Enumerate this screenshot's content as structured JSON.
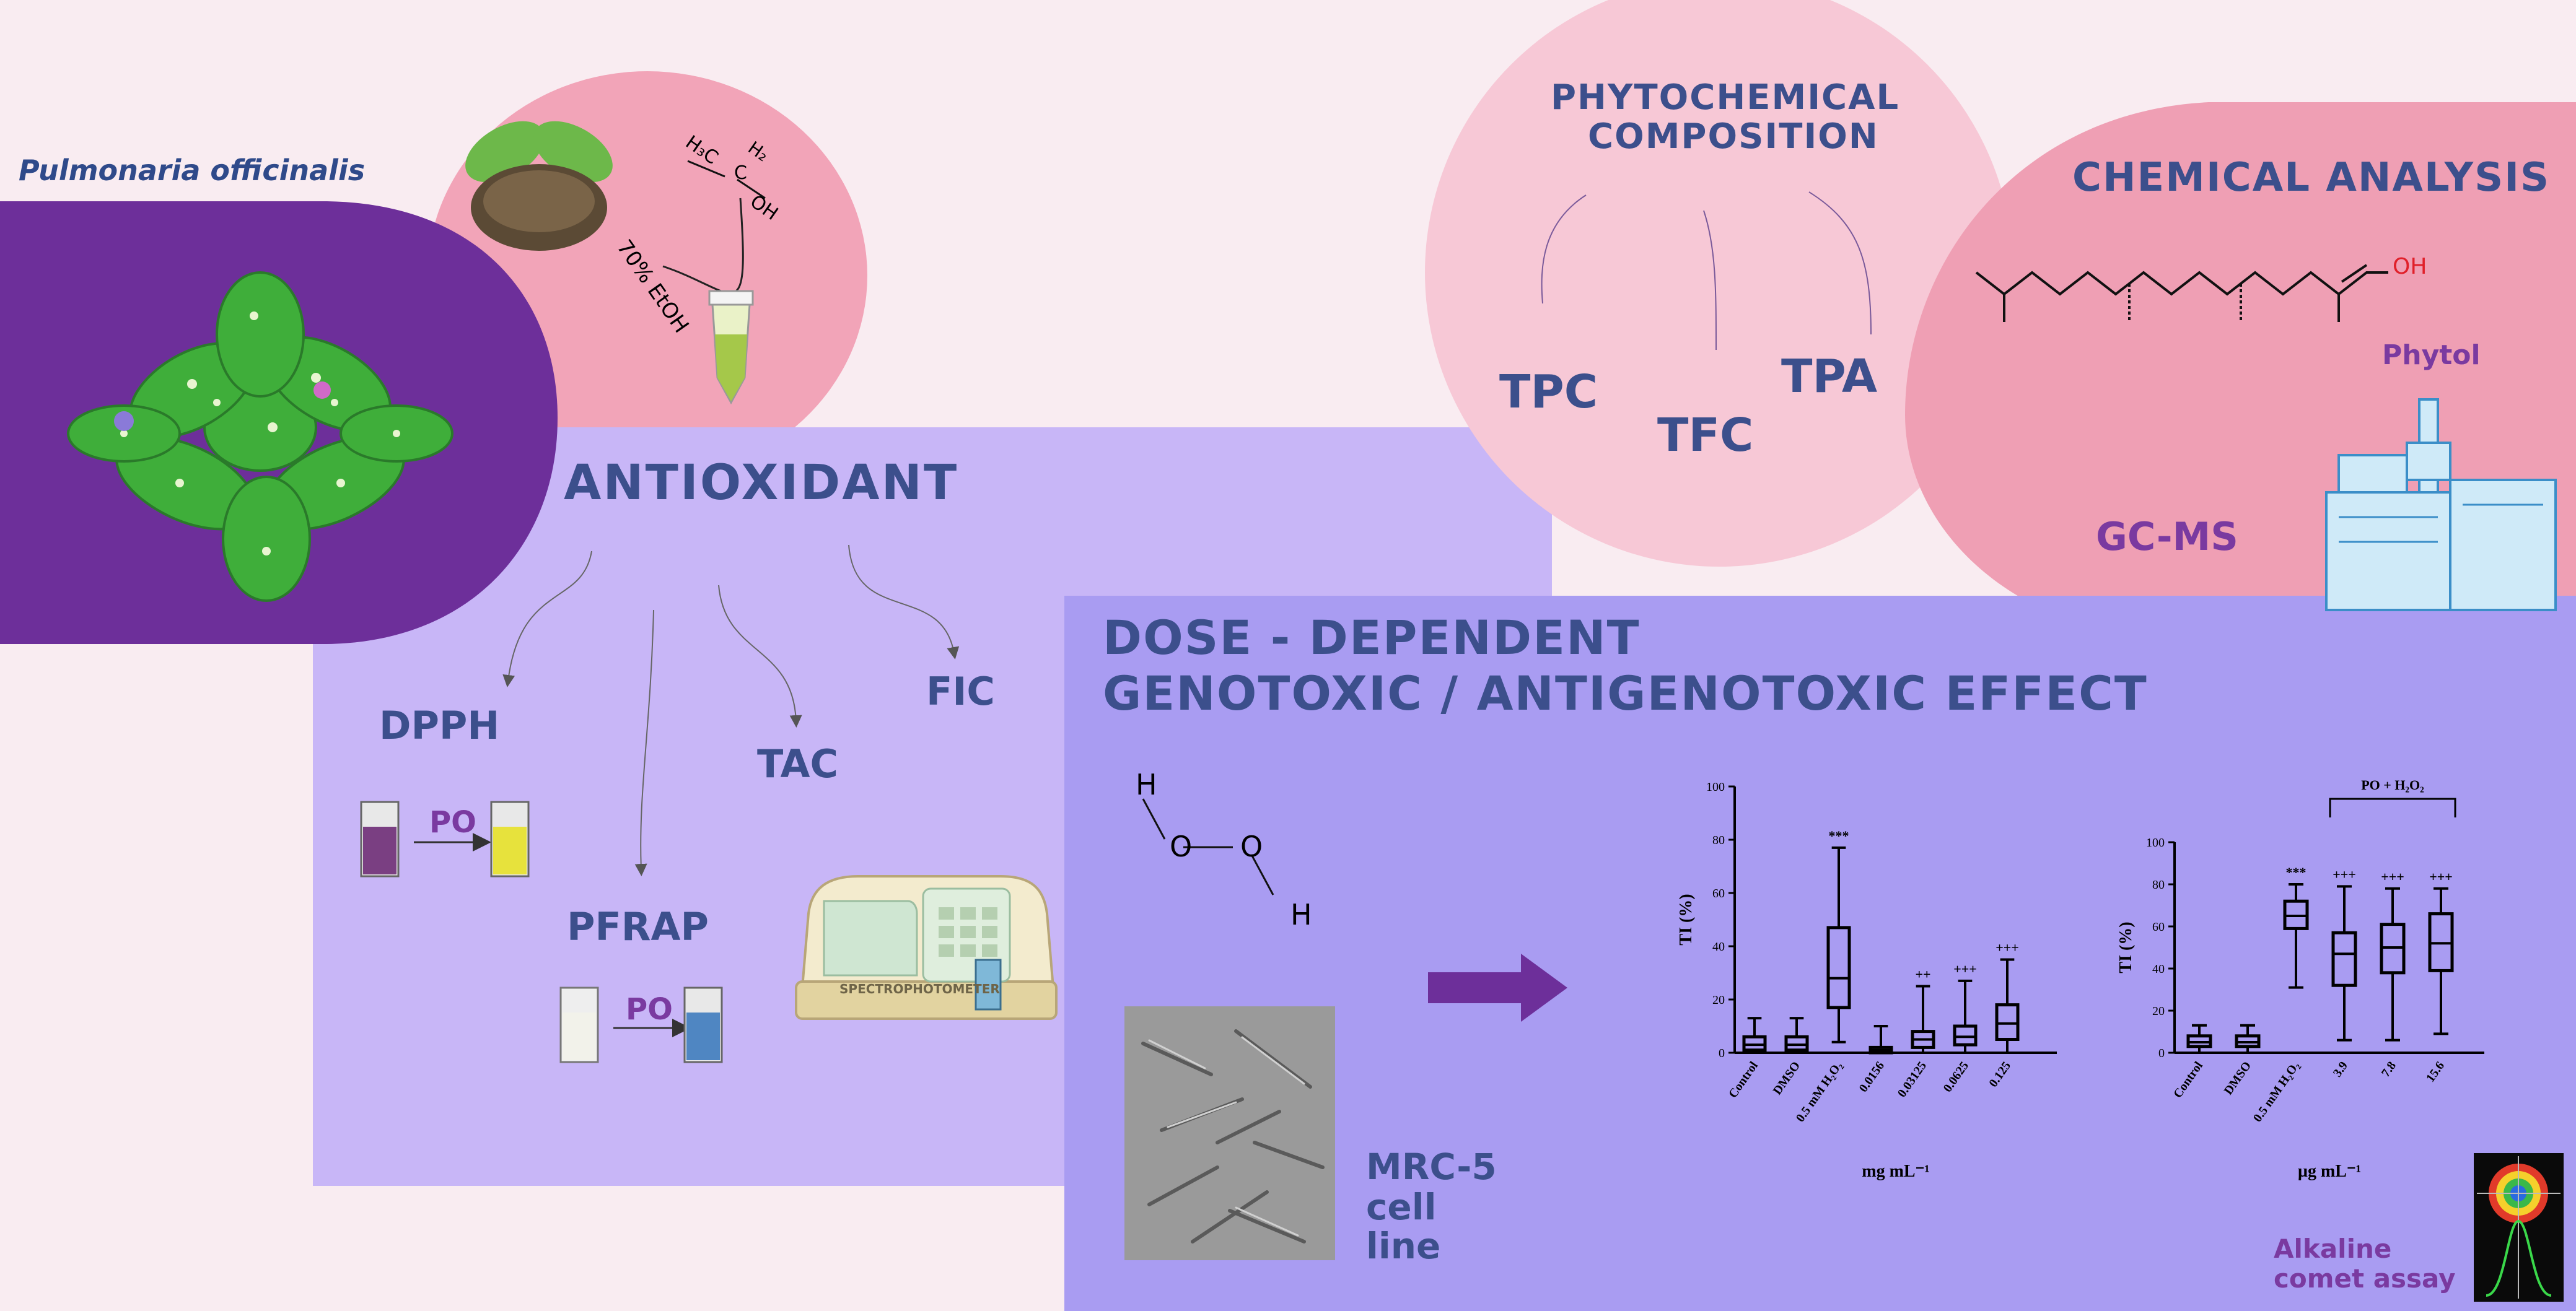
{
  "plant": {
    "name": "Pulmonaria officinalis"
  },
  "extraction": {
    "solvent_label": "70% EtOH",
    "formula_h3c": "H₃C",
    "formula_h2": "H₂",
    "formula_oh": "OH",
    "formula_c": "C"
  },
  "phytochem": {
    "title_line1": "PHYTOCHEMICAL",
    "title_line2": "COMPOSITION",
    "items": [
      "TPC",
      "TFC",
      "TPA"
    ]
  },
  "chem_analysis": {
    "title": "CHEMICAL ANALYSIS",
    "compound": "Phytol",
    "oh_label": "OH",
    "method": "GC-MS"
  },
  "antioxidant": {
    "title": "ANTIOXIDANT",
    "assays": [
      "DPPH",
      "PFRAP",
      "TAC",
      "FIC"
    ],
    "po_label": "PO",
    "device_label": "SPECTROPHOTOMETER"
  },
  "genotox": {
    "title_line1": "DOSE - DEPENDENT",
    "title_line2": "GENOTOXIC / ANTIGENOTOXIC EFFECT",
    "cell_line": [
      "MRC-5",
      "cell",
      "line"
    ],
    "assay": [
      "Alkaline",
      "comet assay"
    ]
  },
  "h2o2": {
    "h": "H",
    "o": "O"
  },
  "colors": {
    "plant_bg": "#6d2f9a",
    "extract_bg": "#f2a4b8",
    "phyto_bg": "#f7c8d6",
    "chem_bg": "#ef9fb4",
    "antiox_bg": "#c8b6f7",
    "geno_bg": "#a99cf2",
    "heading": "#3c4f8c",
    "accent": "#7a3aa0"
  },
  "chart_data": [
    {
      "type": "boxplot",
      "ylabel": "TI (%)",
      "xlabel": "mg mL⁻¹",
      "ylim": [
        0,
        100
      ],
      "yticks": [
        0,
        20,
        40,
        60,
        80,
        100
      ],
      "categories": [
        "Control",
        "DMSO",
        "0.5 mM H₂O₂",
        "0.0156",
        "0.03125",
        "0.0625",
        "0.125"
      ],
      "boxes": [
        {
          "min": 0,
          "q1": 1,
          "median": 3,
          "q3": 6,
          "max": 13
        },
        {
          "min": 0,
          "q1": 1,
          "median": 3,
          "q3": 6,
          "max": 13
        },
        {
          "min": 4,
          "q1": 17,
          "median": 28,
          "q3": 47,
          "max": 77
        },
        {
          "min": 0,
          "q1": 0,
          "median": 1,
          "q3": 2,
          "max": 10
        },
        {
          "min": 0,
          "q1": 2,
          "median": 5,
          "q3": 8,
          "max": 25
        },
        {
          "min": 0,
          "q1": 3,
          "median": 6,
          "q3": 10,
          "max": 27
        },
        {
          "min": 0,
          "q1": 5,
          "median": 11,
          "q3": 18,
          "max": 35
        }
      ],
      "significance": [
        "",
        "",
        "***",
        "",
        "++",
        "+++",
        "+++"
      ]
    },
    {
      "type": "boxplot",
      "ylabel": "TI (%)",
      "xlabel": "µg mL⁻¹",
      "ylim": [
        0,
        100
      ],
      "yticks": [
        0,
        20,
        40,
        60,
        80,
        100
      ],
      "categories": [
        "Control",
        "DMSO",
        "0.5 mM H₂O₂",
        "3.9",
        "7.8",
        "15.6"
      ],
      "boxes": [
        {
          "min": 0,
          "q1": 3,
          "median": 5,
          "q3": 8,
          "max": 13
        },
        {
          "min": 0,
          "q1": 3,
          "median": 5,
          "q3": 8,
          "max": 13
        },
        {
          "min": 31,
          "q1": 59,
          "median": 65,
          "q3": 72,
          "max": 80
        },
        {
          "min": 6,
          "q1": 32,
          "median": 47,
          "q3": 57,
          "max": 79
        },
        {
          "min": 6,
          "q1": 38,
          "median": 50,
          "q3": 61,
          "max": 78
        },
        {
          "min": 9,
          "q1": 39,
          "median": 52,
          "q3": 66,
          "max": 78
        }
      ],
      "significance": [
        "",
        "",
        "***",
        "+++",
        "+++",
        "+++"
      ],
      "group_label": "PO + H₂O₂"
    }
  ]
}
